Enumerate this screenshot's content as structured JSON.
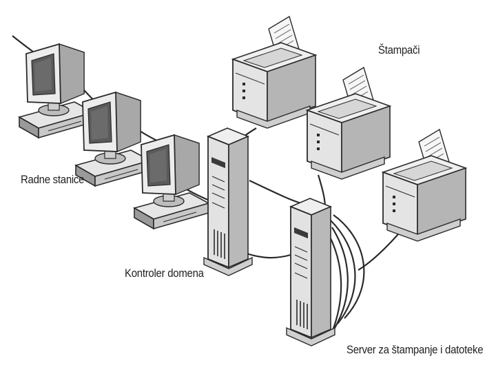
{
  "labels": {
    "workstations": "Radne stanice",
    "domain_controller": "Kontroler domena",
    "printers": "Štampači",
    "print_file_server": "Server za štampanje i datoteke"
  },
  "counts": {
    "workstations": 3,
    "printers": 3,
    "servers": 2
  },
  "colors": {
    "line": "#2a2a2a",
    "body_light": "#e8e8e8",
    "body_mid": "#c4c4c4",
    "body_dark": "#8a8a8a",
    "screen": "#555555",
    "paper": "#f4f4f4"
  }
}
